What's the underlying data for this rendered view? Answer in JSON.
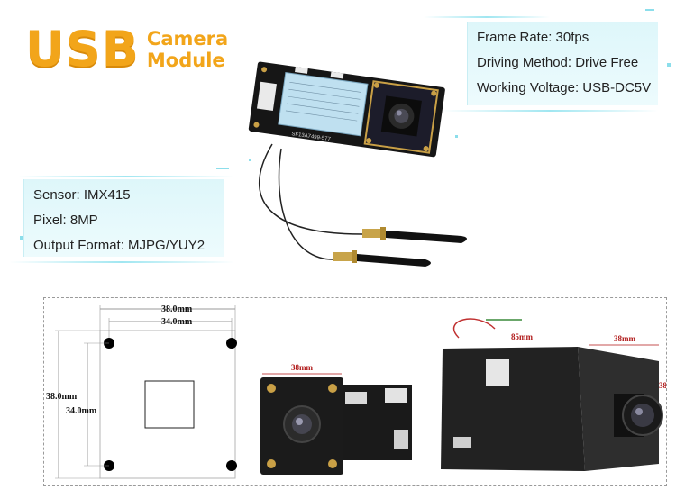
{
  "title": {
    "main": "USB",
    "line1": "Camera",
    "line2": "Module"
  },
  "specs_right": [
    "Frame Rate: 30fps",
    "Driving Method: Drive Free",
    "Working Voltage: USB-DC5V"
  ],
  "specs_left": [
    "Sensor: IMX415",
    "Pixel: 8MP",
    "Output Format: MJPG/YUY2"
  ],
  "board_label": "SF13A7499-577",
  "dimensions": {
    "outer_width": "38.0mm",
    "inner_width": "34.0mm",
    "outer_height": "38.0mm",
    "inner_height": "34.0mm"
  },
  "photo_labels": {
    "front_width": "38mm",
    "side_height": "85mm",
    "top_width": "38mm",
    "lens_side": "38"
  },
  "colors": {
    "title_orange": "#f2a51a",
    "spec_bg": "#dcf6fa",
    "pcb_black": "#1a1a1a",
    "label_red": "#b01818"
  }
}
